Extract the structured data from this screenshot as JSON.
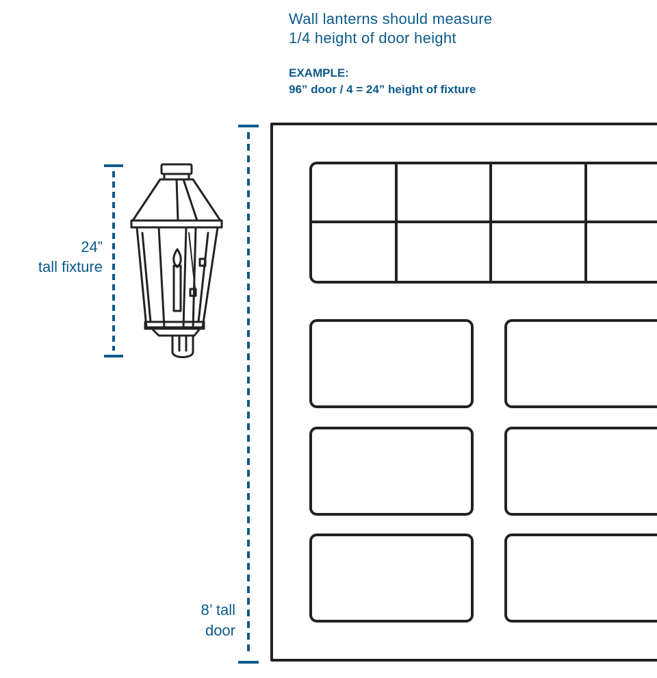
{
  "heading": {
    "line1": "Wall lanterns should measure",
    "line2": "1/4 height of door height"
  },
  "example": {
    "label": "EXAMPLE:",
    "formula": "96” door / 4 = 24” height of fixture"
  },
  "fixture_dimension": {
    "value": "24”",
    "caption": "tall fixture"
  },
  "door_dimension": {
    "value": "8’ tall",
    "caption": "door"
  },
  "colors": {
    "accent": "#0b5a8a",
    "line_art": "#222222"
  }
}
